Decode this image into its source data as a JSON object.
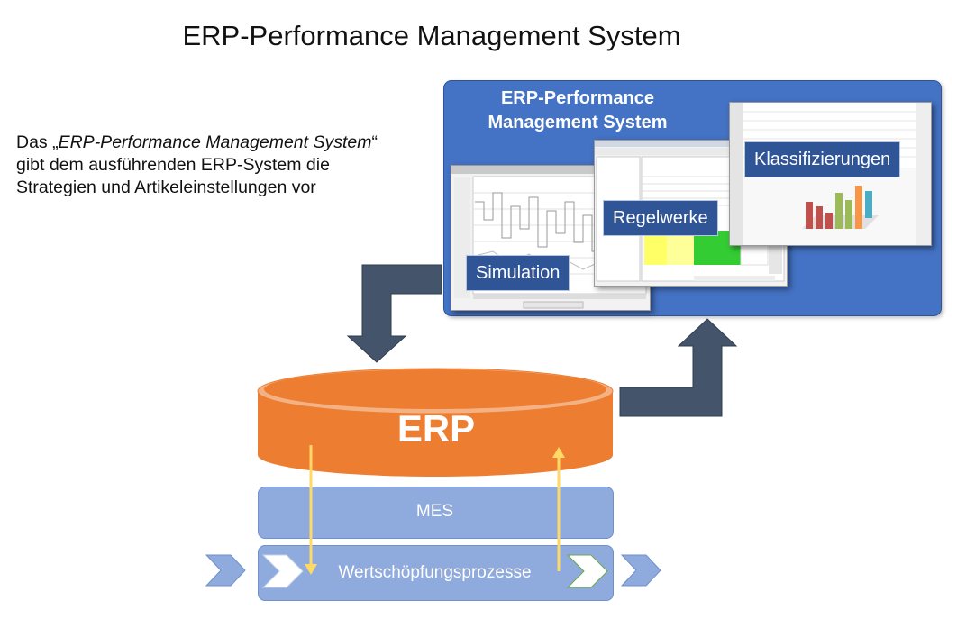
{
  "title": "ERP-Performance Management System",
  "description": {
    "prefix": "Das „",
    "italic": "ERP-Performance Management System",
    "line1_rest": "“",
    "line2": "gibt dem ausführenden ERP-System die",
    "line3": "Strategien und Artikeleinstellungen vor"
  },
  "panel": {
    "title_line1": "ERP-Performance",
    "title_line2": "Management System"
  },
  "modules": {
    "simulation": "Simulation",
    "regelwerke": "Regelwerke",
    "klassifizierungen": "Klassifizierungen"
  },
  "layers": {
    "erp": "ERP",
    "mes": "MES",
    "process": "Wertschöpfungsprozesse"
  },
  "colors": {
    "panel_blue": "#4472c4",
    "label_blue": "#2f5597",
    "erp_orange": "#ed7d31",
    "layer_blue": "#8faadc",
    "arrow_dark": "#44546a",
    "flow_arrow": "#ffd966"
  }
}
